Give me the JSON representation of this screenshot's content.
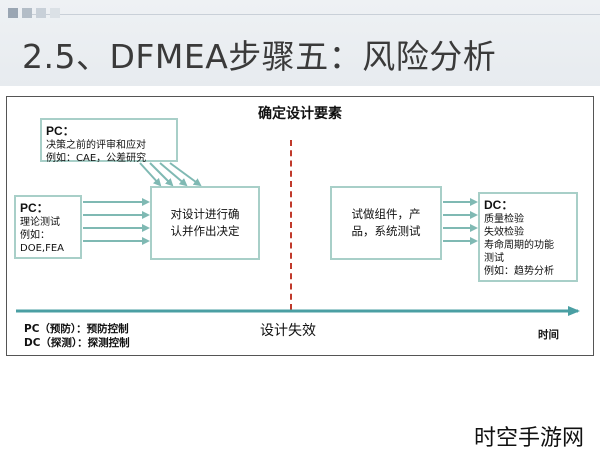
{
  "slide": {
    "title": "2.5、DFMEA步骤五：风险分析",
    "squares": [
      "#9aa6b3",
      "#b3bdc7",
      "#c8d0d8",
      "#dbe1e6"
    ]
  },
  "diagram": {
    "frame_title": "确定设计要素",
    "pc_top": {
      "head": "PC：",
      "lines": [
        "决策之前的评审和应对",
        "例如：CAE，公差研究"
      ]
    },
    "pc_left": {
      "head": "PC：",
      "lines": [
        "理论测试",
        "例如：",
        "DOE,FEA"
      ]
    },
    "decision_box": {
      "lines": [
        "对设计进行确",
        "认并作出决定"
      ]
    },
    "test_box": {
      "lines": [
        "试做组件，产",
        "品，系统测试"
      ]
    },
    "dc_right": {
      "head": "DC：",
      "lines": [
        "质量检验",
        "失效检验",
        "寿命周期的功能",
        "测试",
        "例如：趋势分析"
      ]
    },
    "legend": [
      "PC（预防）：预防控制",
      "DC（探测）：探测控制"
    ],
    "axis_label": "设计失效",
    "time_label": "时间"
  },
  "watermark": "时空手游网",
  "colors": {
    "box_border": "#a8cfc8",
    "arrow": "#7fb9b3",
    "axis": "#4a9fa3",
    "divider": "#c0392b"
  }
}
